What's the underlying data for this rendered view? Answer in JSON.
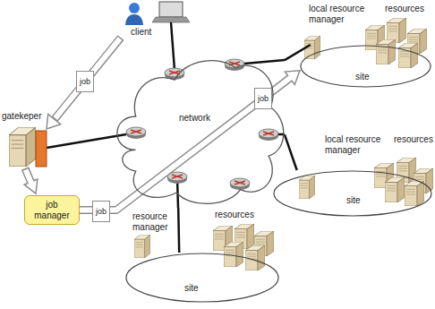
{
  "diagram": {
    "nodes": [
      {
        "text": [
          "local resource manager",
          "resources",
          "site"
        ]
      },
      {
        "text": [
          "network"
        ]
      },
      {
        "text": [
          "local resource manager",
          "resources",
          "site"
        ]
      },
      {
        "text": [
          "job manager"
        ]
      },
      {
        "text": [
          "resource manager",
          "resources",
          "site"
        ]
      }
    ],
    "edges": [
      {
        "from": 1,
        "to": 0,
        "arrow": "none"
      },
      {
        "from": 1,
        "to": 2,
        "arrow": "none"
      },
      {
        "from": 1,
        "to": 4,
        "arrow": "none"
      },
      {
        "from": 3,
        "to": 0,
        "arrow": "to",
        "label": "job"
      }
    ],
    "labels": [
      "client",
      "gatekeper",
      "job",
      "job"
    ]
  }
}
